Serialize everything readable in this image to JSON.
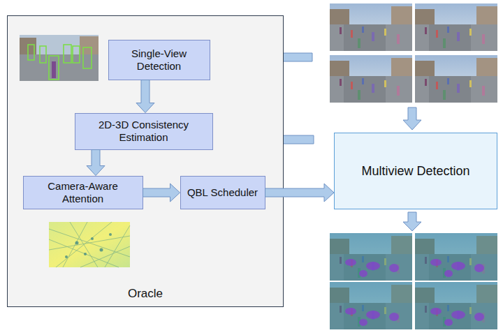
{
  "diagram": {
    "nodes": [
      {
        "text": [
          "Oracle"
        ]
      },
      {
        "text": [
          "Single-View Detection"
        ],
        "in": 0
      },
      {
        "text": [
          "2D-3D Consistency Estimation"
        ],
        "in": 0
      },
      {
        "text": [
          "Camera-Aware Attention"
        ],
        "in": 0
      },
      {
        "text": [
          "QBL Scheduler"
        ],
        "in": 0
      },
      {
        "text": [
          "Multiview Detection"
        ]
      }
    ],
    "edges": [
      {
        "from": 1,
        "to": 2,
        "arrow": "to"
      },
      {
        "from": 2,
        "to": 3,
        "arrow": "to"
      },
      {
        "from": 3,
        "to": 4,
        "arrow": "to"
      },
      {
        "from": 4,
        "to": 5,
        "arrow": "to"
      }
    ]
  }
}
